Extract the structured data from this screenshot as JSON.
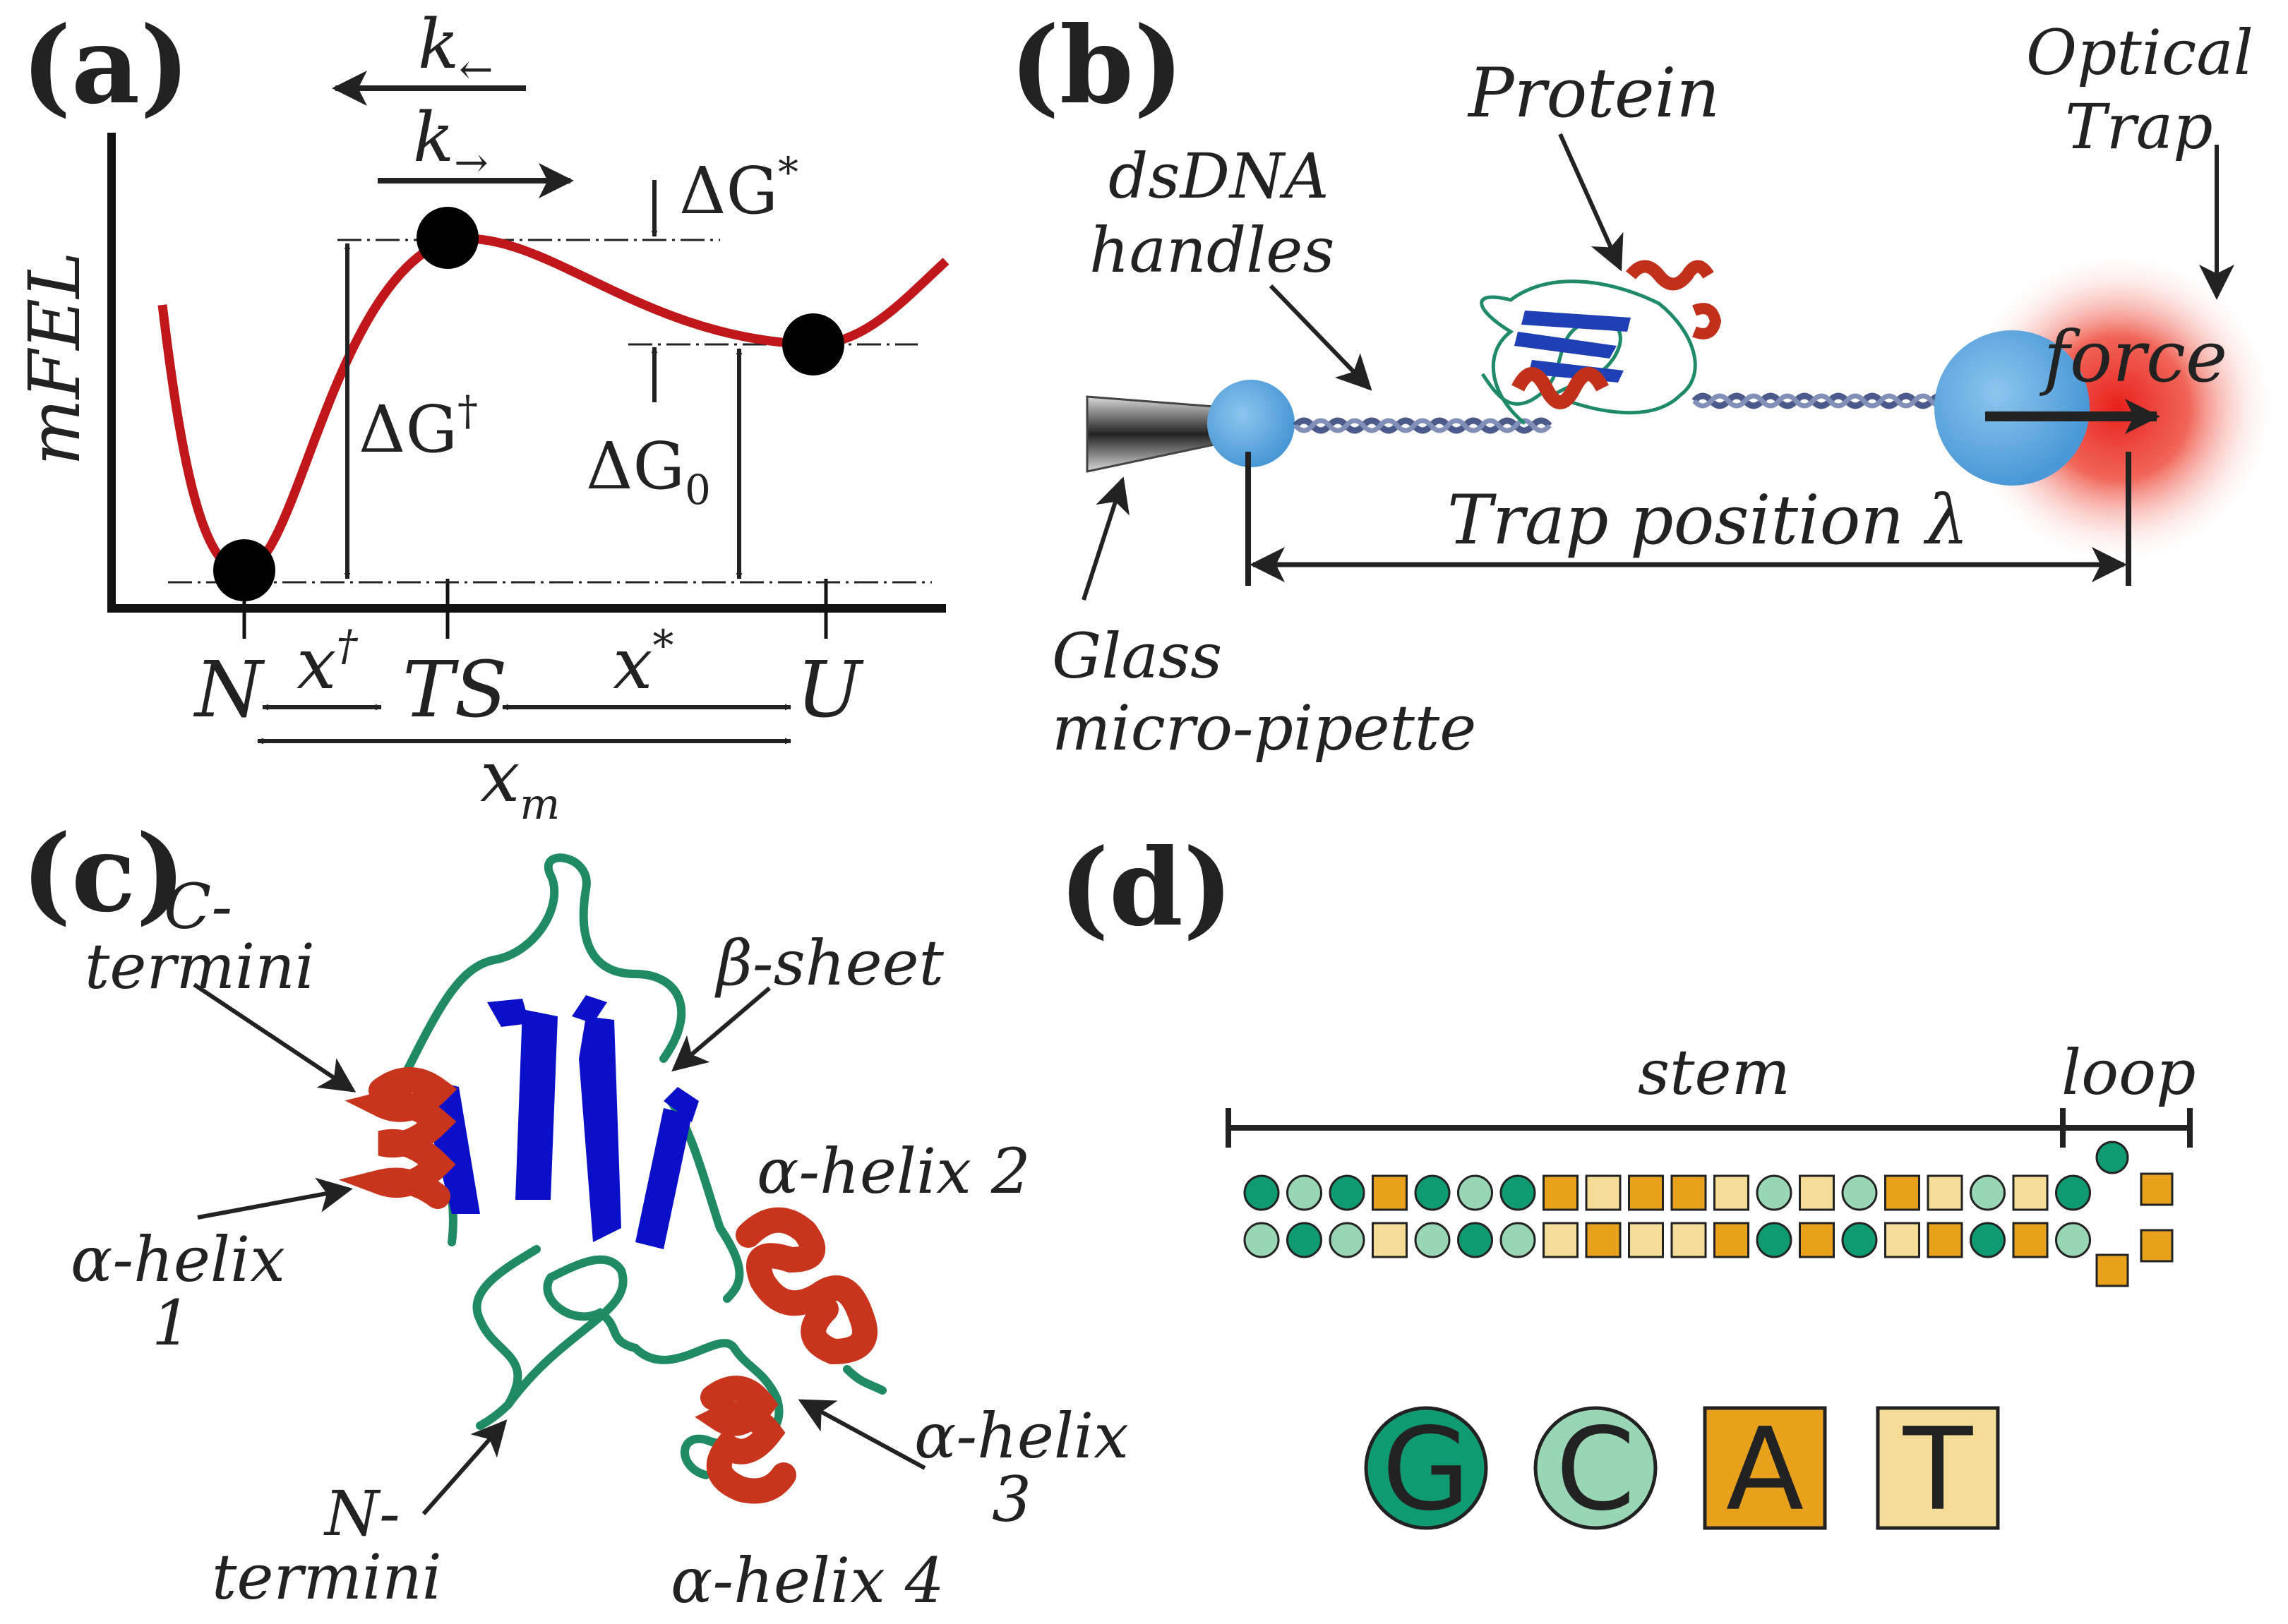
{
  "panels": {
    "a": {
      "label": "(a)",
      "ylabel": "mFEL",
      "k_backward": "k",
      "k_backward_sub": "←",
      "k_forward": "k",
      "k_forward_sub": "→",
      "dG_star": "ΔG",
      "dG_star_sup": "*",
      "dG_dagger": "ΔG",
      "dG_dagger_sup": "†",
      "dG0": "ΔG",
      "dG0_sub": "0",
      "state_N": "N",
      "state_TS": "TS",
      "state_U": "U",
      "x_dagger": "x",
      "x_dagger_sup": "†",
      "x_star": "x",
      "x_star_sup": "*",
      "x_m": "x",
      "x_m_sub": "m",
      "colors": {
        "curve": "#c0171a",
        "points": "#000000"
      }
    },
    "b": {
      "label": "(b)",
      "optical_trap_1": "Optical",
      "optical_trap_2": "Trap",
      "protein": "Protein",
      "dsdna_1": "dsDNA",
      "dsdna_2": "handles",
      "force": "force",
      "trap_position": "Trap position λ",
      "glass_1": "Glass",
      "glass_2": "micro-pipette",
      "colors": {
        "bead": "#5aa7de",
        "trap": "#e8201c",
        "helix": "#c0301a",
        "sheet": "#1f3fb5",
        "coil": "#1e8a6a"
      }
    },
    "c": {
      "label": "(c)",
      "c_termini_1": "C-",
      "c_termini_2": "termini",
      "beta_sheet": "β-sheet",
      "alpha_helix_2": "α-helix 2",
      "alpha_helix_1a": "α-helix",
      "alpha_helix_1b": "1",
      "alpha_helix_3a": "α-helix",
      "alpha_helix_3b": "3",
      "n_termini_1": "N-",
      "n_termini_2": "termini",
      "alpha_helix_4": "α-helix 4",
      "colors": {
        "helix": "#c8341c",
        "sheet": "#0a10c8",
        "coil": "#1f8a63"
      }
    },
    "d": {
      "label": "(d)",
      "stem": "stem",
      "loop": "loop",
      "top_strand": [
        "G",
        "C",
        "G",
        "A",
        "G",
        "C",
        "G",
        "A",
        "T",
        "A",
        "A",
        "T",
        "C",
        "T",
        "C",
        "A",
        "T",
        "C",
        "T",
        "G"
      ],
      "bottom_strand": [
        "C",
        "G",
        "C",
        "T",
        "C",
        "G",
        "C",
        "T",
        "A",
        "T",
        "T",
        "A",
        "G",
        "A",
        "G",
        "T",
        "A",
        "G",
        "A",
        "C"
      ],
      "loop_bases": [
        "G",
        "A",
        "A",
        "A"
      ],
      "legend": [
        "G",
        "C",
        "A",
        "T"
      ],
      "colors": {
        "G": "#0f9a72",
        "C": "#98d6b4",
        "A": "#e7a11c",
        "T": "#f5dd97"
      }
    }
  }
}
